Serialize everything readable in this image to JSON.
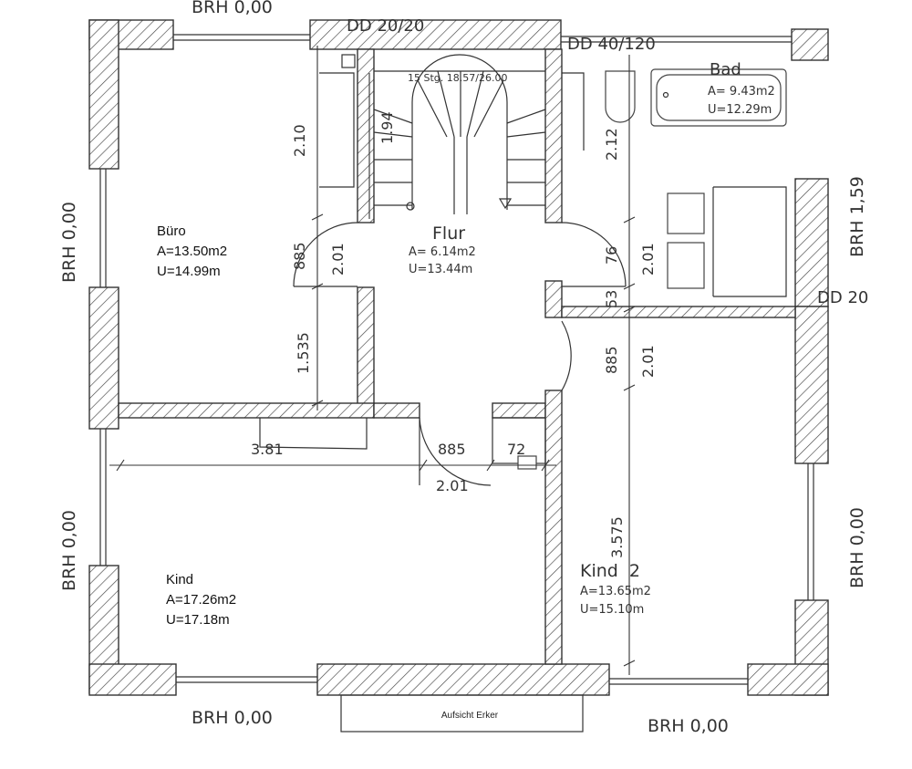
{
  "rooms": {
    "buero": {
      "name": "Büro",
      "area": "A=13.50m2",
      "perimeter": "U=14.99m"
    },
    "flur": {
      "name": "Flur",
      "area": "A=  6.14m2",
      "perimeter": "U=13.44m"
    },
    "bad": {
      "name": "Bad",
      "area": "A=  9.43m2",
      "perimeter": "U=12.29m"
    },
    "kind": {
      "name": "Kind",
      "area": "A=17.26m2",
      "perimeter": "U=17.18m"
    },
    "kind2": {
      "name": "Kind  2",
      "area": "A=13.65m2",
      "perimeter": "U=15.10m"
    }
  },
  "brh": {
    "top": "BRH 0,00",
    "left_upper": "BRH 0,00",
    "left_lower": "BRH 0,00",
    "right_upper": "BRH 1,59",
    "right_lower": "BRH 0,00",
    "bottom_left": "BRH 0,00",
    "bottom_right": "BRH 0,00"
  },
  "ceiling_openings": {
    "dd_top": "DD 20/20",
    "dd_bath": "DD 40/120",
    "dd_right": "DD 20"
  },
  "stairs": {
    "label": "15 Stg. 18.57/26.00"
  },
  "dimensions": {
    "d_210": "2.10",
    "d_194": "1.94",
    "d_212": "2.12",
    "d_885_left": "885",
    "d_201_left": "2.01",
    "d_1535": "1.535",
    "d_76": "76",
    "d_201_right_upper": "2.01",
    "d_53": "53",
    "d_885_right": "885",
    "d_201_right_lower": "2.01",
    "d_381": "3.81",
    "d_885_bottom": "885",
    "d_72": "72",
    "d_201_bottom": "2.01",
    "d_3575": "3.575"
  },
  "bay_window": {
    "label": "Aufsicht Erker"
  }
}
